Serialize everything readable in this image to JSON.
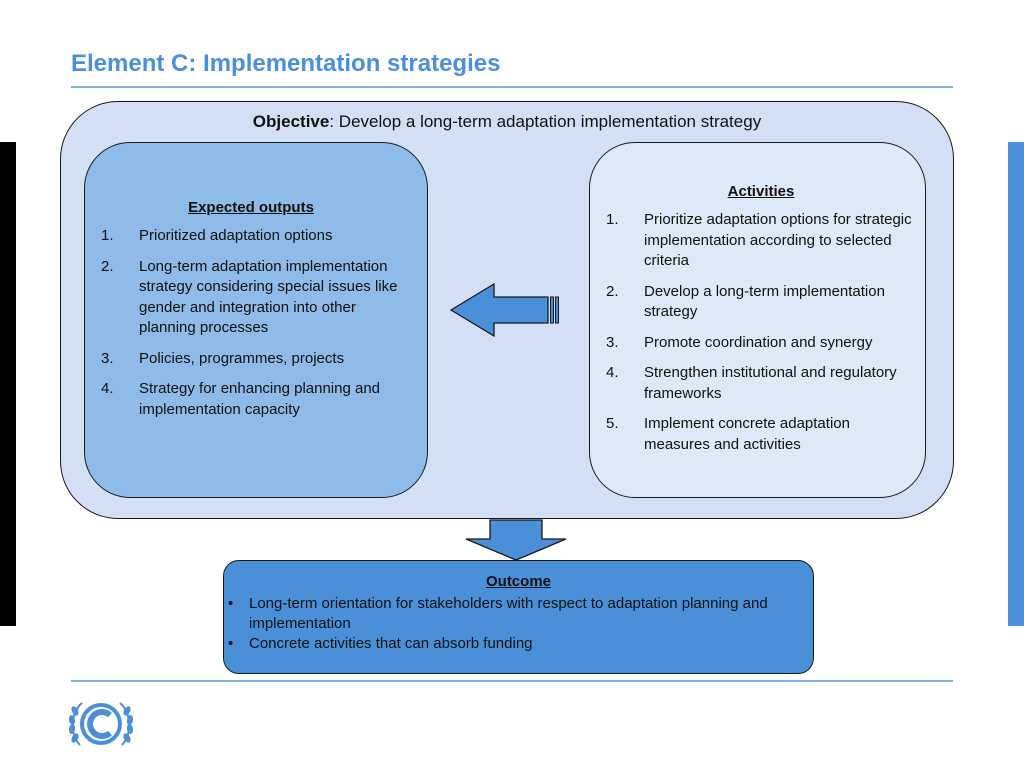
{
  "slide": {
    "title": "Element C: Implementation strategies"
  },
  "objective": {
    "label": "Objective",
    "text": ": Develop a long-term adaptation implementation strategy"
  },
  "outputs": {
    "heading": "Expected outputs",
    "items": [
      {
        "num": "1.",
        "text": "Prioritized adaptation options"
      },
      {
        "num": "2.",
        "text": "Long-term adaptation implementation strategy considering special issues like gender and integration into other planning processes"
      },
      {
        "num": "3.",
        "text": "Policies, programmes, projects"
      },
      {
        "num": "4.",
        "text": "Strategy for enhancing planning and implementation capacity"
      }
    ]
  },
  "activities": {
    "heading": "Activities",
    "items": [
      {
        "num": "1.",
        "text": "Prioritize adaptation options for strategic implementation according to selected criteria"
      },
      {
        "num": "2.",
        "text": "Develop a long-term implementation strategy"
      },
      {
        "num": "3.",
        "text": "Promote coordination and synergy"
      },
      {
        "num": "4.",
        "text": "Strengthen institutional and regulatory frameworks"
      },
      {
        "num": "5.",
        "text": "Implement concrete adaptation measures and activities"
      }
    ]
  },
  "outcome": {
    "heading": "Outcome",
    "items": [
      {
        "bullet": "•",
        "text": "Long-term orientation for stakeholders with respect to adaptation planning and implementation"
      },
      {
        "bullet": "•",
        "text": "Concrete activities that can absorb funding"
      }
    ]
  },
  "colors": {
    "accent": "#4a90d9",
    "outputs_fill": "#8fbbe8",
    "activities_fill": "#dde9f7",
    "panel_fill": "#d2dff4"
  },
  "icons": {
    "logo": "unfccc-logo-icon",
    "arrow_left": "arrow-left-icon",
    "arrow_down": "arrow-down-icon"
  }
}
